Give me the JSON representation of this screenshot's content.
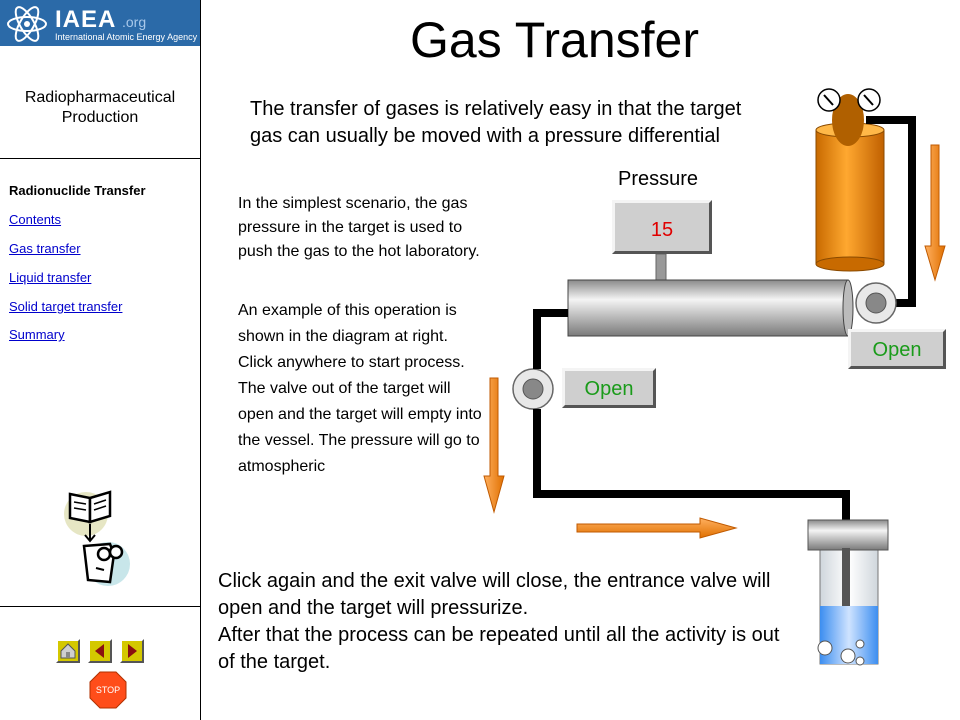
{
  "sidebar": {
    "logo": {
      "name": "IAEA",
      "domain": ".org",
      "subtitle": "International Atomic Energy Agency"
    },
    "course_title_line1": "Radiopharmaceutical",
    "course_title_line2": "Production",
    "nav_heading": "Radionuclide Transfer",
    "nav_links": [
      "Contents",
      "Gas transfer",
      "Liquid transfer",
      "Solid target transfer",
      "Summary"
    ],
    "stop_label": "STOP"
  },
  "main": {
    "title": "Gas Transfer",
    "intro": "The transfer of gases is relatively easy in that the target gas can usually be moved with a pressure differential",
    "para1": "In the simplest scenario, the gas pressure in the target is used to push the gas to the hot laboratory.",
    "para2": "An example of this operation is shown in the diagram at right. Click anywhere to start process.  The valve out of the target will open and the target will empty into the vessel.  The pressure will go to atmospheric",
    "para3_line1": "Click again and the exit valve will close, the entrance valve will open and the target will pressurize.",
    "para3_line2": "After that the process can be repeated until all the activity is out of the target."
  },
  "diagram": {
    "pressure_label": "Pressure",
    "pressure_value": "15",
    "entrance_valve_status": "Open",
    "exit_valve_status": "Open"
  },
  "colors": {
    "link": "#0000cc",
    "pressure_value": "#e00000",
    "valve_status": "#1a9b1a",
    "arrow": "#f08a00",
    "logo_bg": "#2b6aa8",
    "nav_button": "#d4c800",
    "stop_sign": "#ff4d1a",
    "cylinder": "#e88a00",
    "liquid": "#3c8ef0"
  }
}
